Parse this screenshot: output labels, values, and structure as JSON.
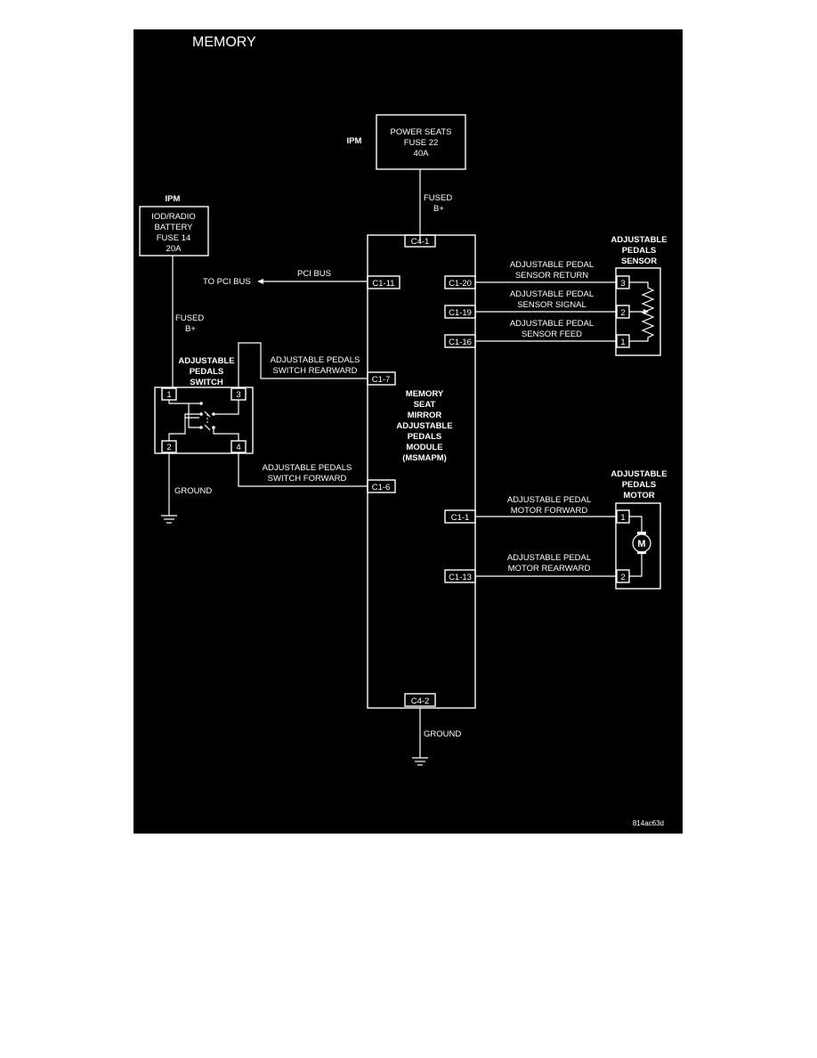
{
  "title": "MEMORY",
  "image_code": "814ac63d",
  "power_fuse": {
    "location": "IPM",
    "line1": "POWER SEATS",
    "line2": "FUSE 22",
    "line3": "40A",
    "wire_line1": "FUSED",
    "wire_line2": "B+"
  },
  "radio_fuse": {
    "location": "IPM",
    "line1": "IOD/RADIO",
    "line2": "BATTERY",
    "line3": "FUSE 14",
    "line4": "20A",
    "wire_line1": "FUSED",
    "wire_line2": "B+"
  },
  "pci": {
    "bus_label": "PCI BUS",
    "to_label": "TO PCI BUS",
    "connector": "C1-11"
  },
  "module": {
    "line1": "MEMORY",
    "line2": "SEAT",
    "line3": "MIRROR",
    "line4": "ADJUSTABLE",
    "line5": "PEDALS",
    "line6": "MODULE",
    "line7": "(MSMAPM)",
    "top_connector": "C4-1",
    "bottom_connector": "C4-2",
    "ground_label": "GROUND"
  },
  "switch": {
    "line1": "ADJUSTABLE",
    "line2": "PEDALS",
    "line3": "SWITCH",
    "pin1": "1",
    "pin2": "2",
    "pin3": "3",
    "pin4": "4",
    "ground_label": "GROUND",
    "rearward_line1": "ADJUSTABLE PEDALS",
    "rearward_line2": "SWITCH REARWARD",
    "rearward_connector": "C1-7",
    "forward_line1": "ADJUSTABLE PEDALS",
    "forward_line2": "SWITCH FORWARD",
    "forward_connector": "C1-6"
  },
  "sensor": {
    "line1": "ADJUSTABLE",
    "line2": "PEDALS",
    "line3": "SENSOR",
    "return_line1": "ADJUSTABLE PEDAL",
    "return_line2": "SENSOR RETURN",
    "return_connector": "C1-20",
    "return_pin": "3",
    "signal_line1": "ADJUSTABLE PEDAL",
    "signal_line2": "SENSOR SIGNAL",
    "signal_connector": "C1-19",
    "signal_pin": "2",
    "feed_line1": "ADJUSTABLE PEDAL",
    "feed_line2": "SENSOR FEED",
    "feed_connector": "C1-16",
    "feed_pin": "1"
  },
  "motor": {
    "line1": "ADJUSTABLE",
    "line2": "PEDALS",
    "line3": "MOTOR",
    "symbol": "M",
    "forward_line1": "ADJUSTABLE PEDAL",
    "forward_line2": "MOTOR FORWARD",
    "forward_connector": "C1-1",
    "forward_pin": "1",
    "rearward_line1": "ADJUSTABLE PEDAL",
    "rearward_line2": "MOTOR REARWARD",
    "rearward_connector": "C1-13",
    "rearward_pin": "2"
  }
}
